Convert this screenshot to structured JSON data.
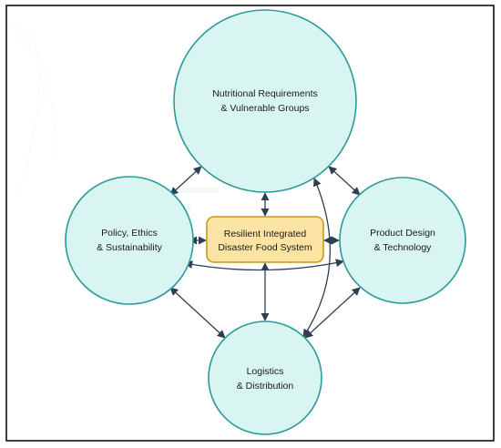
{
  "colors": {
    "circle_fill": "#d9f5f2",
    "circle_stroke": "#2c9a9a",
    "center_fill": "#fbe3a3",
    "center_stroke": "#c79a1c",
    "edge": "#2f3f52",
    "frame": "#111111"
  },
  "nodes": {
    "nutrition": {
      "line1": "Nutritional Requirements",
      "line2": "& Vulnerable Groups"
    },
    "policy": {
      "line1": "Policy, Ethics",
      "line2": "& Sustainability"
    },
    "product": {
      "line1": "Product Design",
      "line2": "& Technology"
    },
    "logistics": {
      "line1": "Logistics",
      "line2": "& Distribution"
    },
    "center": {
      "line1": "Resilient Integrated",
      "line2": "Disaster Food System"
    }
  },
  "edges": [
    {
      "from": "nutrition",
      "to": "center"
    },
    {
      "from": "policy",
      "to": "center"
    },
    {
      "from": "product",
      "to": "center"
    },
    {
      "from": "logistics",
      "to": "center"
    },
    {
      "from": "nutrition",
      "to": "policy"
    },
    {
      "from": "nutrition",
      "to": "product"
    },
    {
      "from": "policy",
      "to": "logistics"
    },
    {
      "from": "product",
      "to": "logistics"
    },
    {
      "from": "policy",
      "to": "product"
    },
    {
      "from": "nutrition",
      "to": "logistics"
    }
  ]
}
